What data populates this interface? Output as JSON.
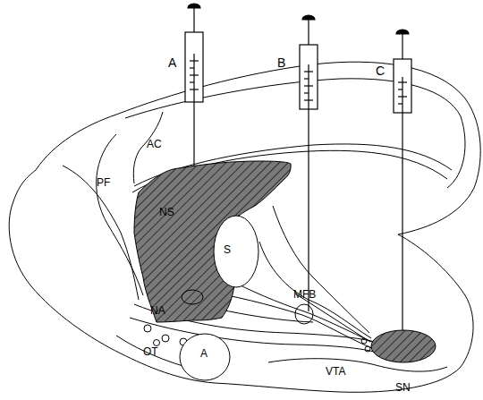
{
  "diagram": {
    "nodes": [
      {
        "text": [
          "NS"
        ]
      },
      {
        "text": [
          "S"
        ]
      },
      {
        "text": [
          "MFB"
        ]
      },
      {
        "text": [
          "A"
        ]
      },
      {
        "text": [
          "SN"
        ]
      }
    ],
    "edges": [
      {
        "from": 4,
        "to": 0,
        "arrow": "none"
      }
    ],
    "labels": [
      "A",
      "B",
      "C",
      "AC",
      "PF",
      "NA",
      "OT",
      "VTA"
    ]
  }
}
